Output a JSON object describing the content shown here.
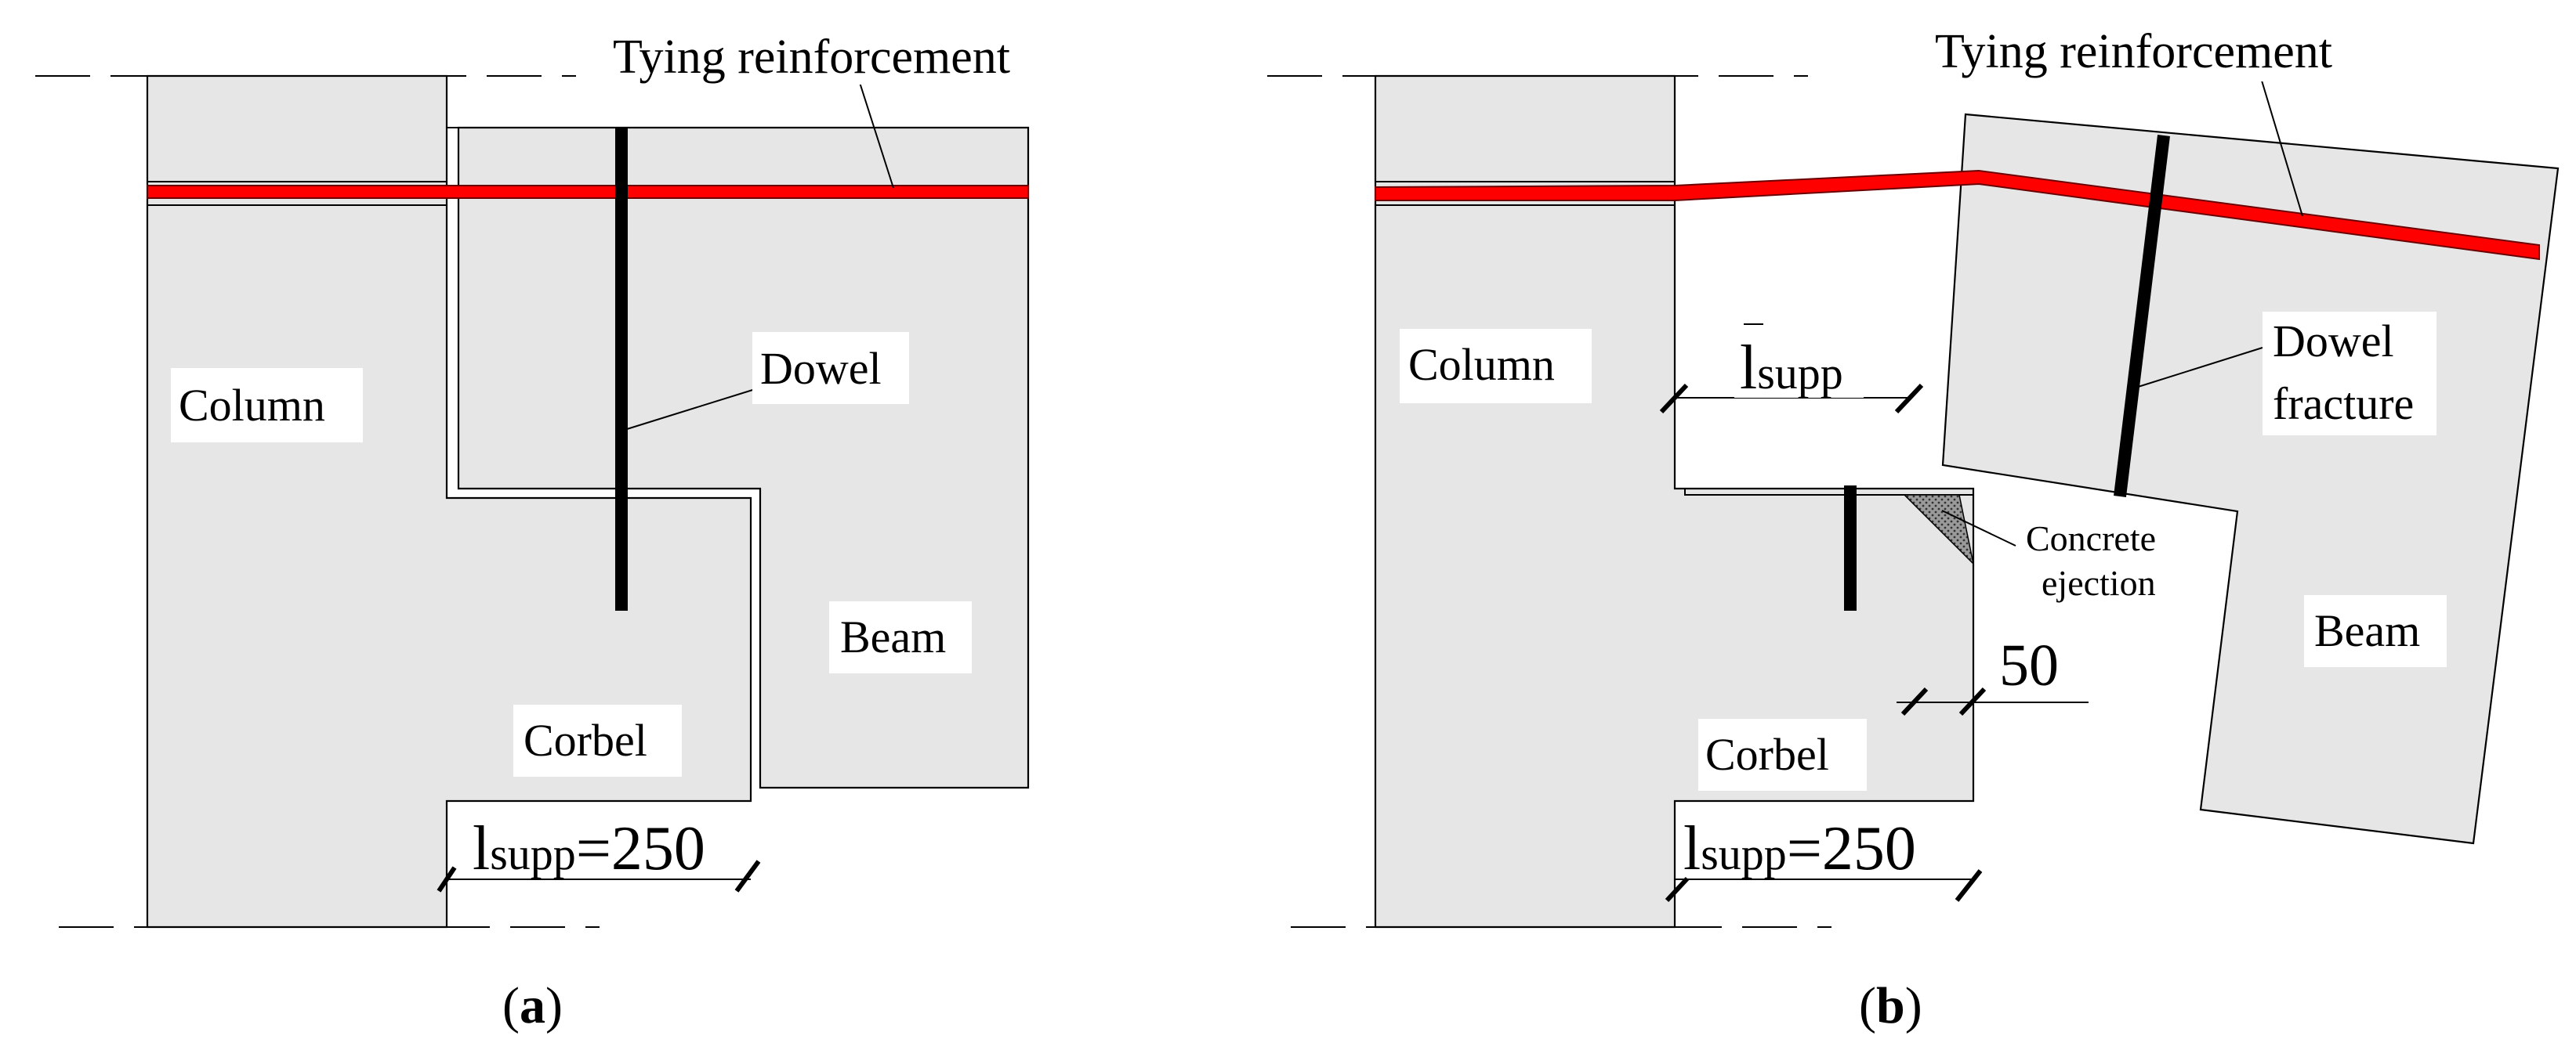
{
  "panel_a": {
    "tying_label": "Tying reinforcement",
    "column_label": "Column",
    "dowel_label": "Dowel",
    "beam_label": "Beam",
    "corbel_label": "Corbel",
    "lsupp_l": "l",
    "lsupp_sub": "supp",
    "lsupp_value": "=250",
    "panel_open": "(",
    "panel_letter": "a",
    "panel_close": ")"
  },
  "panel_b": {
    "tying_label": "Tying reinforcement",
    "column_label": "Column",
    "lbar_l": "l",
    "lbar_sub": "supp",
    "dowel_fracture_1": "Dowel",
    "dowel_fracture_2": "fracture",
    "concrete_1": "Concrete",
    "concrete_2": "ejection",
    "beam_label": "Beam",
    "dim_50": "50",
    "corbel_label": "Corbel",
    "lsupp_l": "l",
    "lsupp_sub": "supp",
    "lsupp_value": "=250",
    "panel_open": "(",
    "panel_letter": "b",
    "panel_close": ")"
  },
  "colors": {
    "concrete": "#e6e6e6",
    "tying_reinforcement": "#ff0000",
    "dowel": "#000000"
  }
}
